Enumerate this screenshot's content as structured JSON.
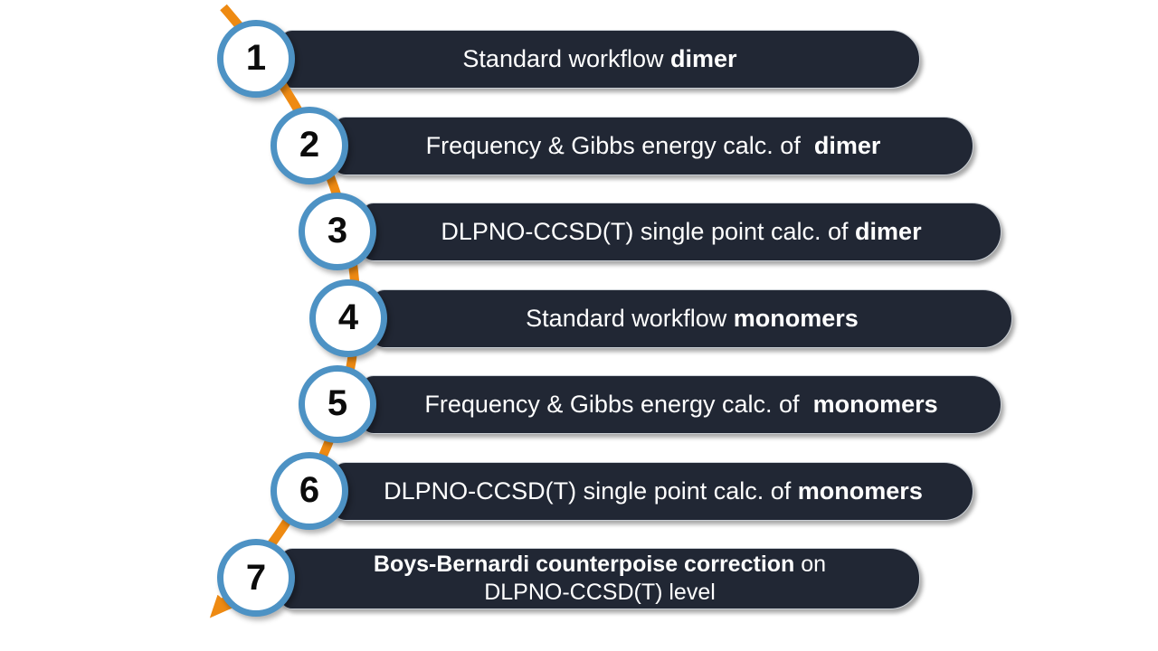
{
  "diagram": {
    "colors": {
      "bar": "#212734",
      "bar_border": "#cbd0d6",
      "text": "#ffffff",
      "circle_fill": "#ffffff",
      "circle_border": "#4d92c4",
      "number": "#0c0c0c",
      "arrow": "#ee8a12"
    },
    "steps": [
      {
        "number": "1",
        "parts": [
          {
            "text": "Standard workflow ",
            "bold": false
          },
          {
            "text": "dimer",
            "bold": true
          }
        ]
      },
      {
        "number": "2",
        "parts": [
          {
            "text": "Frequency & Gibbs energy calc. of  ",
            "bold": false
          },
          {
            "text": "dimer",
            "bold": true
          }
        ]
      },
      {
        "number": "3",
        "parts": [
          {
            "text": "DLPNO-CCSD(T) single point calc. of ",
            "bold": false
          },
          {
            "text": "dimer",
            "bold": true
          }
        ]
      },
      {
        "number": "4",
        "parts": [
          {
            "text": "Standard workflow ",
            "bold": false
          },
          {
            "text": "monomers",
            "bold": true
          }
        ]
      },
      {
        "number": "5",
        "parts": [
          {
            "text": "Frequency & Gibbs energy calc. of  ",
            "bold": false
          },
          {
            "text": "monomers",
            "bold": true
          }
        ]
      },
      {
        "number": "6",
        "parts": [
          {
            "text": "DLPNO-CCSD(T) single point calc. of ",
            "bold": false
          },
          {
            "text": "monomers",
            "bold": true
          }
        ]
      },
      {
        "number": "7",
        "parts": [
          {
            "text": "Boys-Bernardi counterpoise correction",
            "bold": true
          },
          {
            "text": " on\nDLPNO-CCSD(T) level",
            "bold": false
          }
        ]
      }
    ]
  }
}
